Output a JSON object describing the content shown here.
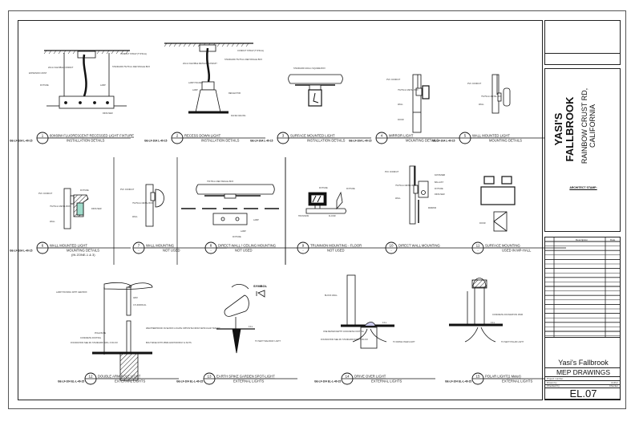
{
  "project": {
    "name_line1": "YASI'S",
    "name_line2": "FALLBROOK",
    "address_line1": "RAINBOW CRUST RD,",
    "address_line2": "CALIFORNIA",
    "architect_stamp": "ARCHITECT STAMP:"
  },
  "revisions": {
    "header_description": "Description",
    "header_date": "Date"
  },
  "title_block": {
    "client": "Yasi's Fallbrook",
    "sheet_title": "MEP DRAWINGS",
    "project_number_label": "Project number",
    "drawn_by_label": "Drawn by",
    "drawn_by_value": "Author",
    "checked_by_label": "Checked by",
    "checked_by_value": "Checker",
    "sheet_number": "EL.07"
  },
  "details": [
    {
      "num": "1",
      "ref": "",
      "title": "60X60W FLUORESCENT RECESSED LIGHT FIXTURE",
      "subtitle": "INSTALLATION DETAILS",
      "sheet_ref": "GE-LF-10A L-40-15"
    },
    {
      "num": "2",
      "ref": "",
      "title": "RECESS DOWN LIGHT",
      "subtitle": "INSTALLATION DETAILS",
      "sheet_ref": "GE-LF-10A L-40-15"
    },
    {
      "num": "3",
      "ref": "",
      "title": "SURFACE MOUNTED LIGHT",
      "subtitle": "INSTALLATION DETAILS",
      "sheet_ref": "GE-LF-10A L-40-15"
    },
    {
      "num": "4",
      "ref": "",
      "title": "MIRROR LIGHT",
      "subtitle": "MOUNTING DETAILS",
      "sheet_ref": "GE-LF-10A L-40-15"
    },
    {
      "num": "5",
      "ref": "",
      "title": "WALL MOUNTED LIGHT",
      "subtitle": "MOUNTING DETAILS",
      "sheet_ref": "GE-LF-10A L-40-15"
    },
    {
      "num": "6",
      "ref": "",
      "title": "WALL MOUNTED LIGHT",
      "subtitle": "MOUNTING DETAILS",
      "note": "(IN ZONE-1 & 3)",
      "sheet_ref": "GE-LF-10A L-40-15"
    },
    {
      "num": "7",
      "ref": "-",
      "title": "WALL MOUNTING",
      "subtitle": "NOT USED"
    },
    {
      "num": "8",
      "ref": "-",
      "title": "DIRECT-WALL / CEILING MOUNTING",
      "subtitle": "NOT USED"
    },
    {
      "num": "9",
      "ref": "-",
      "title": "TRUNNION MOUNTING - FLOOR",
      "subtitle": "NOT USED"
    },
    {
      "num": "10",
      "ref": "-",
      "title": "DIRECT WALL MOUNTING",
      "subtitle": ""
    },
    {
      "num": "11",
      "ref": "-",
      "title": "SURFACE MOUNTING",
      "subtitle": "USED IN MP-HALL"
    },
    {
      "num": "12",
      "ref": "",
      "title": "DOUBLE ARM POLE LIGHT",
      "subtitle": "EXTERNAL LIGHTS",
      "sheet_ref": "GE-LF-104 EL-L-40-15"
    },
    {
      "num": "13",
      "ref": "",
      "title": "EARTH SPIKE GARDEN SPOT-LIGHT",
      "subtitle": "EXTERNAL LIGHTS",
      "sheet_ref": "GE-LF-104 EL-L-40-15"
    },
    {
      "num": "14",
      "ref": "",
      "title": "DRIVE OVER LIGHT",
      "subtitle": "EXTERNAL LIGHTS",
      "sheet_ref": "GE-LF-104 EL-L-40-15"
    },
    {
      "num": "15",
      "ref": "",
      "title": "POLAR LIGHT(1 Meter)",
      "subtitle": "EXTERNAL LIGHTS",
      "sheet_ref": "GE-LF-104 EL-L-40-15"
    }
  ],
  "annotations": {
    "d1": [
      "CONDUIT STRAP (TYPICAL)",
      "STANDARD 75x75mm RECTANGLE BOX",
      "20mm FLEXIBLE CONDUIT",
      "EXPANSION JOINT",
      "FIXTURE",
      "LAMP",
      "DIFFUSER"
    ],
    "d2": [
      "CONDUIT STRAP (TYPICAL)",
      "STANDARD 75x75mm RECTANGLE BOX",
      "20mm FLEXIBLE METALIC CONDUIT",
      "LAMP HOLDER",
      "LAMP",
      "REFLECTOR",
      "FALSE CEILING"
    ],
    "d3": [
      "STANDARD 100mm SQUARE BOX"
    ],
    "d4": [
      "PVC CONDUIT",
      "75x75mm METAL BOX",
      "WALL",
      "DOOR"
    ],
    "d5": [
      "PVC CONDUIT",
      "75x75mm METAL BOX",
      "WALL"
    ],
    "d6": [
      "PVC CONDUIT",
      "FIXTURE",
      "75x75mm METAL BOX",
      "DIFFUSER",
      "WALL"
    ],
    "d7": [
      "PVC CONDUIT",
      "75x75mm METAL BOX",
      "WALL"
    ],
    "d8": [
      "75X75mm RECTANGLE BOX",
      "LAMP",
      "LAMP",
      "FIXTURE"
    ],
    "d9": [
      "FIXTURE",
      "FIXTURE",
      "TRUNNION",
      "FLOOR"
    ],
    "d10": [
      "PVC CONDUIT",
      "FASTENER",
      "BALLAST",
      "75x75mm METAL BOX",
      "FIXTURE",
      "DIFFUSER",
      "WALL",
      "MIRROR"
    ],
    "d11": [
      "DOOR"
    ],
    "d12": [
      "LAMP HOUSING WITH GEM BOX",
      "ARM",
      "CYLINDRICAL",
      "POLE BASE",
      "CONCRETE FOOTING",
      "FOUNDATION SEE RC STANDARD DWG. # RC.8.8",
      "WEATHERPROOF FUSE BOX LOCATE OPPOSITE FROM VEHICULAR TRAFFIC",
      "BOLT BASE WITH 25MM ANCHOR BOLT & NUTS"
    ],
    "d13": [
      "SYMBOL",
      "F.F.L",
      "TO NEXT WALKWAY LIGHT"
    ],
    "d14": [
      "BLOCK WALL",
      "F.F.L",
      "ONE METER DEPTH CONCRETE FOOTING",
      "FOUNDATION SEE RC STANDARD DWG. # RC.8.8",
      "TO DRIVE OVER LIGHT"
    ],
    "d15": [
      "CONCRETE FOUNDATION 150M",
      "F.F.L",
      "TO NEXT POLAR LIGHT"
    ]
  }
}
